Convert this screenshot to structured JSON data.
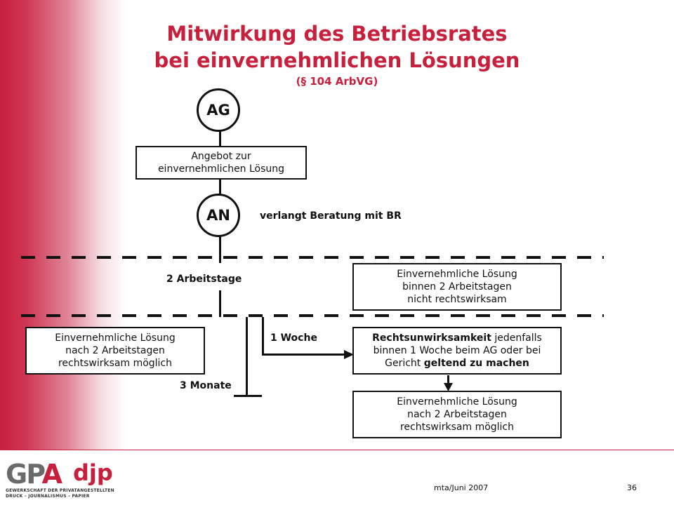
{
  "title": {
    "line1": "Mitwirkung des Betriebsrates",
    "line2": "bei einvernehmlichen Lösungen",
    "line3": "(§ 104 ArbVG)"
  },
  "nodes": {
    "ag": "AG",
    "an": "AN"
  },
  "boxes": {
    "angebot": [
      "Angebot zur",
      "einvernehmlichen Lösung"
    ],
    "not_valid": [
      "Einvernehmliche Lösung",
      "binnen 2 Arbeitstagen",
      "nicht rechtswirksam"
    ],
    "left_valid": [
      "Einvernehmliche Lösung",
      "nach 2 Arbeitstagen",
      "rechtswirksam möglich"
    ],
    "invalidity": {
      "bold1": "Rechtsunwirksamkeit",
      "text1": " jedenfalls",
      "line2": "binnen 1 Woche beim AG oder bei",
      "text3": "Gericht ",
      "bold3": "geltend zu machen"
    },
    "bottom_valid": [
      "Einvernehmliche Lösung",
      "nach 2 Arbeitstagen",
      "rechtswirksam möglich"
    ]
  },
  "labels": {
    "consult": "verlangt Beratung mit BR",
    "two_days": "2 Arbeitstage",
    "one_week": "1 Woche",
    "three_months": "3 Monate"
  },
  "footer": {
    "date": "mta/Juni 2007",
    "page": "36"
  },
  "logo": {
    "gp": "GP",
    "a": "A",
    "djp": "djp",
    "sub1": "GEWERKSCHAFT DER PRIVATANGESTELLTEN",
    "sub2": "DRUCK – JOURNALISMUS – PAPIER"
  },
  "colors": {
    "accent": "#c8203c",
    "ink": "#111111"
  }
}
